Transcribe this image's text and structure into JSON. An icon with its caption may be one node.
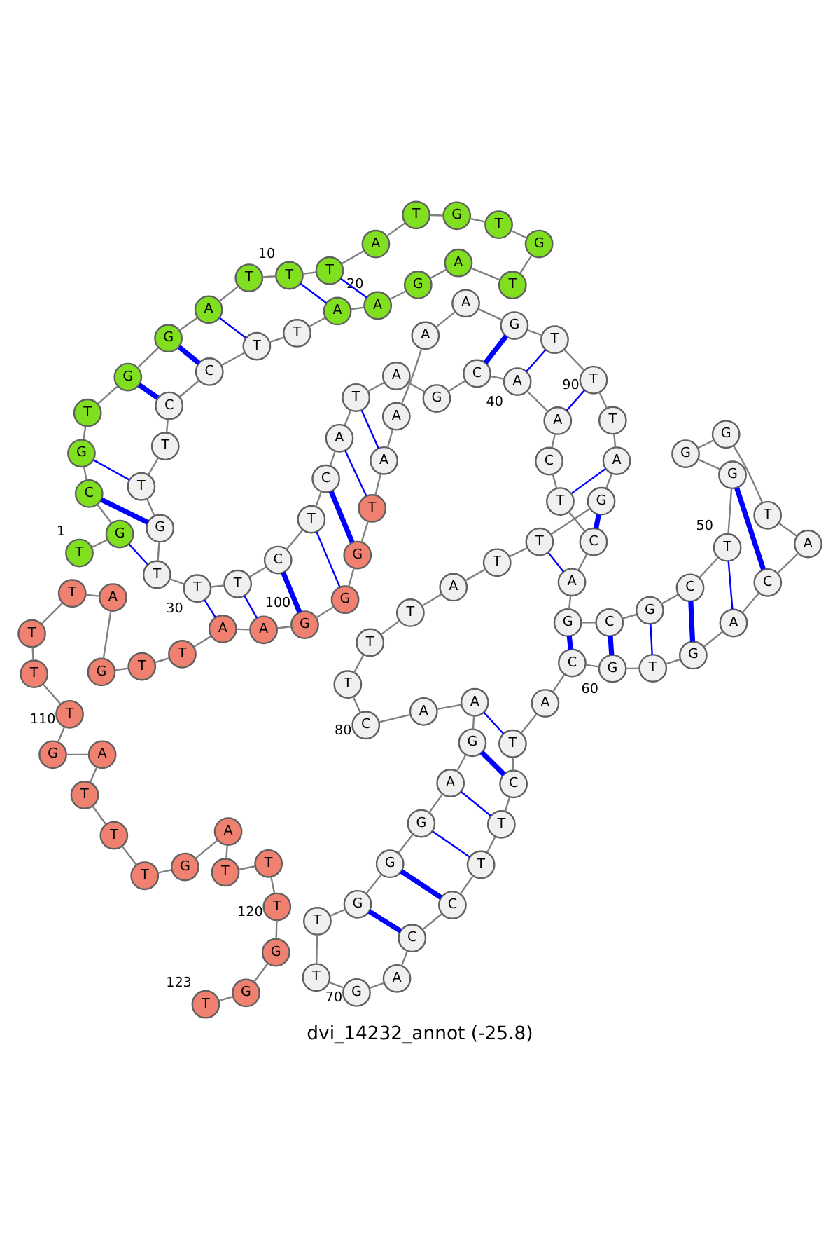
{
  "diagram": {
    "caption": "dvi_14232_annot (-25.8)",
    "nodes": [
      {
        "text": [
          "T"
        ],
        "beside": [
          "1"
        ]
      },
      {
        "text": [
          "G"
        ]
      },
      {
        "text": [
          "C"
        ]
      },
      {
        "text": [
          "G"
        ]
      },
      {
        "text": [
          "T"
        ]
      },
      {
        "text": [
          "G"
        ]
      },
      {
        "text": [
          "G"
        ]
      },
      {
        "text": [
          "A"
        ]
      },
      {
        "text": [
          "T"
        ]
      },
      {
        "text": [
          "T"
        ],
        "beside": [
          "10"
        ]
      },
      {
        "text": [
          "T"
        ]
      },
      {
        "text": [
          "A"
        ]
      },
      {
        "text": [
          "T"
        ]
      },
      {
        "text": [
          "G"
        ]
      },
      {
        "text": [
          "T"
        ]
      },
      {
        "text": [
          "G"
        ]
      },
      {
        "text": [
          "T"
        ]
      },
      {
        "text": [
          "A"
        ]
      },
      {
        "text": [
          "G"
        ]
      },
      {
        "text": [
          "A"
        ],
        "beside": [
          "20"
        ]
      },
      {
        "text": [
          "A"
        ]
      },
      {
        "text": [
          "T"
        ]
      },
      {
        "text": [
          "T"
        ]
      },
      {
        "text": [
          "C"
        ]
      },
      {
        "text": [
          "C"
        ]
      },
      {
        "text": [
          "T"
        ]
      },
      {
        "text": [
          "T"
        ]
      },
      {
        "text": [
          "G"
        ]
      },
      {
        "text": [
          "T"
        ]
      },
      {
        "text": [
          "T"
        ],
        "beside": [
          "30"
        ]
      },
      {
        "text": [
          "T"
        ]
      },
      {
        "text": [
          "C"
        ]
      },
      {
        "text": [
          "T"
        ]
      },
      {
        "text": [
          "C"
        ]
      },
      {
        "text": [
          "A"
        ]
      },
      {
        "text": [
          "T"
        ]
      },
      {
        "text": [
          "A"
        ]
      },
      {
        "text": [
          "G"
        ]
      },
      {
        "text": [
          "C"
        ]
      },
      {
        "text": [
          "A"
        ],
        "beside": [
          "40"
        ]
      },
      {
        "text": [
          "A"
        ]
      },
      {
        "text": [
          "C"
        ]
      },
      {
        "text": [
          "T"
        ]
      },
      {
        "text": [
          "C"
        ]
      },
      {
        "text": [
          "A"
        ]
      },
      {
        "text": [
          "G"
        ]
      },
      {
        "text": [
          "C"
        ]
      },
      {
        "text": [
          "G"
        ]
      },
      {
        "text": [
          "C"
        ]
      },
      {
        "text": [
          "T"
        ],
        "beside": [
          "50"
        ]
      },
      {
        "text": [
          "G"
        ]
      },
      {
        "text": [
          "G"
        ]
      },
      {
        "text": [
          "G"
        ]
      },
      {
        "text": [
          "T"
        ]
      },
      {
        "text": [
          "A"
        ]
      },
      {
        "text": [
          "C"
        ]
      },
      {
        "text": [
          "A"
        ]
      },
      {
        "text": [
          "G"
        ]
      },
      {
        "text": [
          "T"
        ]
      },
      {
        "text": [
          "G"
        ],
        "beside": [
          "60"
        ]
      },
      {
        "text": [
          "C"
        ]
      },
      {
        "text": [
          "A"
        ]
      },
      {
        "text": [
          "T"
        ]
      },
      {
        "text": [
          "C"
        ]
      },
      {
        "text": [
          "T"
        ]
      },
      {
        "text": [
          "T"
        ]
      },
      {
        "text": [
          "C"
        ]
      },
      {
        "text": [
          "C"
        ]
      },
      {
        "text": [
          "A"
        ]
      },
      {
        "text": [
          "G"
        ],
        "beside": [
          "70"
        ]
      },
      {
        "text": [
          "T"
        ]
      },
      {
        "text": [
          "T"
        ]
      },
      {
        "text": [
          "G"
        ]
      },
      {
        "text": [
          "G"
        ]
      },
      {
        "text": [
          "G"
        ]
      },
      {
        "text": [
          "A"
        ]
      },
      {
        "text": [
          "G"
        ]
      },
      {
        "text": [
          "A"
        ]
      },
      {
        "text": [
          "A"
        ]
      },
      {
        "text": [
          "C"
        ],
        "beside": [
          "80"
        ]
      },
      {
        "text": [
          "T"
        ]
      },
      {
        "text": [
          "T"
        ]
      },
      {
        "text": [
          "T"
        ]
      },
      {
        "text": [
          "A"
        ]
      },
      {
        "text": [
          "T"
        ]
      },
      {
        "text": [
          "T"
        ]
      },
      {
        "text": [
          "G"
        ]
      },
      {
        "text": [
          "A"
        ]
      },
      {
        "text": [
          "T"
        ]
      },
      {
        "text": [
          "T"
        ],
        "beside": [
          "90"
        ]
      },
      {
        "text": [
          "T"
        ]
      },
      {
        "text": [
          "G"
        ]
      },
      {
        "text": [
          "A"
        ]
      },
      {
        "text": [
          "A"
        ]
      },
      {
        "text": [
          "A"
        ]
      },
      {
        "text": [
          "A"
        ]
      },
      {
        "text": [
          "T"
        ]
      },
      {
        "text": [
          "G"
        ]
      },
      {
        "text": [
          "G"
        ]
      },
      {
        "text": [
          "G"
        ],
        "beside": [
          "100"
        ]
      },
      {
        "text": [
          "A"
        ]
      },
      {
        "text": [
          "A"
        ]
      },
      {
        "text": [
          "T"
        ]
      },
      {
        "text": [
          "T"
        ]
      },
      {
        "text": [
          "G"
        ]
      },
      {
        "text": [
          "A"
        ]
      },
      {
        "text": [
          "T"
        ]
      },
      {
        "text": [
          "T"
        ]
      },
      {
        "text": [
          "T"
        ]
      },
      {
        "text": [
          "T"
        ],
        "beside": [
          "110"
        ]
      },
      {
        "text": [
          "G"
        ]
      },
      {
        "text": [
          "A"
        ]
      },
      {
        "text": [
          "T"
        ]
      },
      {
        "text": [
          "T"
        ]
      },
      {
        "text": [
          "T"
        ]
      },
      {
        "text": [
          "G"
        ]
      },
      {
        "text": [
          "A"
        ]
      },
      {
        "text": [
          "T"
        ]
      },
      {
        "text": [
          "T"
        ]
      },
      {
        "text": [
          "T"
        ],
        "beside": [
          "120"
        ]
      },
      {
        "text": [
          "G"
        ]
      },
      {
        "text": [
          "G"
        ]
      },
      {
        "text": [
          "T"
        ],
        "beside": [
          "123"
        ]
      }
    ],
    "edges": [
      {
        "from": 0,
        "to": 1,
        "arrow": "none"
      },
      {
        "from": 1,
        "to": 2,
        "arrow": "none"
      },
      {
        "from": 2,
        "to": 3,
        "arrow": "none"
      },
      {
        "from": 3,
        "to": 4,
        "arrow": "none"
      },
      {
        "from": 4,
        "to": 5,
        "arrow": "none"
      },
      {
        "from": 5,
        "to": 6,
        "arrow": "none"
      },
      {
        "from": 6,
        "to": 7,
        "arrow": "none"
      },
      {
        "from": 7,
        "to": 8,
        "arrow": "none"
      },
      {
        "from": 8,
        "to": 9,
        "arrow": "none"
      },
      {
        "from": 9,
        "to": 10,
        "arrow": "none"
      },
      {
        "from": 10,
        "to": 11,
        "arrow": "none"
      },
      {
        "from": 11,
        "to": 12,
        "arrow": "none"
      },
      {
        "from": 12,
        "to": 13,
        "arrow": "none"
      },
      {
        "from": 13,
        "to": 14,
        "arrow": "none"
      },
      {
        "from": 14,
        "to": 15,
        "arrow": "none"
      },
      {
        "from": 15,
        "to": 16,
        "arrow": "none"
      },
      {
        "from": 16,
        "to": 17,
        "arrow": "none"
      },
      {
        "from": 17,
        "to": 18,
        "arrow": "none"
      },
      {
        "from": 18,
        "to": 19,
        "arrow": "none"
      },
      {
        "from": 19,
        "to": 20,
        "arrow": "none"
      },
      {
        "from": 20,
        "to": 21,
        "arrow": "none"
      },
      {
        "from": 21,
        "to": 22,
        "arrow": "none"
      },
      {
        "from": 22,
        "to": 23,
        "arrow": "none"
      },
      {
        "from": 23,
        "to": 24,
        "arrow": "none"
      },
      {
        "from": 24,
        "to": 25,
        "arrow": "none"
      },
      {
        "from": 25,
        "to": 26,
        "arrow": "none"
      },
      {
        "from": 26,
        "to": 27,
        "arrow": "none"
      },
      {
        "from": 27,
        "to": 28,
        "arrow": "none"
      },
      {
        "from": 28,
        "to": 29,
        "arrow": "none"
      },
      {
        "from": 29,
        "to": 30,
        "arrow": "none"
      },
      {
        "from": 30,
        "to": 31,
        "arrow": "none"
      },
      {
        "from": 31,
        "to": 32,
        "arrow": "none"
      },
      {
        "from": 32,
        "to": 33,
        "arrow": "none"
      },
      {
        "from": 33,
        "to": 34,
        "arrow": "none"
      },
      {
        "from": 34,
        "to": 35,
        "arrow": "none"
      },
      {
        "from": 35,
        "to": 36,
        "arrow": "none"
      },
      {
        "from": 36,
        "to": 37,
        "arrow": "none"
      },
      {
        "from": 37,
        "to": 38,
        "arrow": "none"
      },
      {
        "from": 38,
        "to": 39,
        "arrow": "none"
      },
      {
        "from": 39,
        "to": 40,
        "arrow": "none"
      },
      {
        "from": 40,
        "to": 41,
        "arrow": "none"
      },
      {
        "from": 41,
        "to": 42,
        "arrow": "none"
      },
      {
        "from": 42,
        "to": 43,
        "arrow": "none"
      },
      {
        "from": 43,
        "to": 44,
        "arrow": "none"
      },
      {
        "from": 44,
        "to": 45,
        "arrow": "none"
      },
      {
        "from": 45,
        "to": 46,
        "arrow": "none"
      },
      {
        "from": 46,
        "to": 47,
        "arrow": "none"
      },
      {
        "from": 47,
        "to": 48,
        "arrow": "none"
      },
      {
        "from": 48,
        "to": 49,
        "arrow": "none"
      },
      {
        "from": 49,
        "to": 50,
        "arrow": "none"
      },
      {
        "from": 50,
        "to": 51,
        "arrow": "none"
      },
      {
        "from": 51,
        "to": 52,
        "arrow": "none"
      },
      {
        "from": 52,
        "to": 53,
        "arrow": "none"
      },
      {
        "from": 53,
        "to": 54,
        "arrow": "none"
      },
      {
        "from": 54,
        "to": 55,
        "arrow": "none"
      },
      {
        "from": 55,
        "to": 56,
        "arrow": "none"
      },
      {
        "from": 56,
        "to": 57,
        "arrow": "none"
      },
      {
        "from": 57,
        "to": 58,
        "arrow": "none"
      },
      {
        "from": 58,
        "to": 59,
        "arrow": "none"
      },
      {
        "from": 59,
        "to": 60,
        "arrow": "none"
      },
      {
        "from": 60,
        "to": 61,
        "arrow": "none"
      },
      {
        "from": 61,
        "to": 62,
        "arrow": "none"
      },
      {
        "from": 62,
        "to": 63,
        "arrow": "none"
      },
      {
        "from": 63,
        "to": 64,
        "arrow": "none"
      },
      {
        "from": 64,
        "to": 65,
        "arrow": "none"
      },
      {
        "from": 65,
        "to": 66,
        "arrow": "none"
      },
      {
        "from": 66,
        "to": 67,
        "arrow": "none"
      },
      {
        "from": 67,
        "to": 68,
        "arrow": "none"
      },
      {
        "from": 68,
        "to": 69,
        "arrow": "none"
      },
      {
        "from": 69,
        "to": 70,
        "arrow": "none"
      },
      {
        "from": 70,
        "to": 71,
        "arrow": "none"
      },
      {
        "from": 71,
        "to": 72,
        "arrow": "none"
      },
      {
        "from": 72,
        "to": 73,
        "arrow": "none"
      },
      {
        "from": 73,
        "to": 74,
        "arrow": "none"
      },
      {
        "from": 74,
        "to": 75,
        "arrow": "none"
      },
      {
        "from": 75,
        "to": 76,
        "arrow": "none"
      },
      {
        "from": 76,
        "to": 77,
        "arrow": "none"
      },
      {
        "from": 77,
        "to": 78,
        "arrow": "none"
      },
      {
        "from": 78,
        "to": 79,
        "arrow": "none"
      },
      {
        "from": 79,
        "to": 80,
        "arrow": "none"
      },
      {
        "from": 80,
        "to": 81,
        "arrow": "none"
      },
      {
        "from": 81,
        "to": 82,
        "arrow": "none"
      },
      {
        "from": 82,
        "to": 83,
        "arrow": "none"
      },
      {
        "from": 83,
        "to": 84,
        "arrow": "none"
      },
      {
        "from": 84,
        "to": 85,
        "arrow": "none"
      },
      {
        "from": 85,
        "to": 86,
        "arrow": "none"
      },
      {
        "from": 86,
        "to": 87,
        "arrow": "none"
      },
      {
        "from": 87,
        "to": 88,
        "arrow": "none"
      },
      {
        "from": 88,
        "to": 89,
        "arrow": "none"
      },
      {
        "from": 89,
        "to": 90,
        "arrow": "none"
      },
      {
        "from": 90,
        "to": 91,
        "arrow": "none"
      },
      {
        "from": 91,
        "to": 92,
        "arrow": "none"
      },
      {
        "from": 92,
        "to": 93,
        "arrow": "none"
      },
      {
        "from": 93,
        "to": 94,
        "arrow": "none"
      },
      {
        "from": 94,
        "to": 95,
        "arrow": "none"
      },
      {
        "from": 95,
        "to": 96,
        "arrow": "none"
      },
      {
        "from": 96,
        "to": 97,
        "arrow": "none"
      },
      {
        "from": 97,
        "to": 98,
        "arrow": "none"
      },
      {
        "from": 98,
        "to": 99,
        "arrow": "none"
      },
      {
        "from": 99,
        "to": 100,
        "arrow": "none"
      },
      {
        "from": 100,
        "to": 101,
        "arrow": "none"
      },
      {
        "from": 101,
        "to": 102,
        "arrow": "none"
      },
      {
        "from": 102,
        "to": 103,
        "arrow": "none"
      },
      {
        "from": 103,
        "to": 104,
        "arrow": "none"
      },
      {
        "from": 104,
        "to": 105,
        "arrow": "none"
      },
      {
        "from": 105,
        "to": 106,
        "arrow": "none"
      },
      {
        "from": 106,
        "to": 107,
        "arrow": "none"
      },
      {
        "from": 107,
        "to": 108,
        "arrow": "none"
      },
      {
        "from": 108,
        "to": 109,
        "arrow": "none"
      },
      {
        "from": 109,
        "to": 110,
        "arrow": "none"
      },
      {
        "from": 110,
        "to": 111,
        "arrow": "none"
      },
      {
        "from": 111,
        "to": 112,
        "arrow": "none"
      },
      {
        "from": 112,
        "to": 113,
        "arrow": "none"
      },
      {
        "from": 113,
        "to": 114,
        "arrow": "none"
      },
      {
        "from": 114,
        "to": 115,
        "arrow": "none"
      },
      {
        "from": 115,
        "to": 116,
        "arrow": "none"
      },
      {
        "from": 116,
        "to": 117,
        "arrow": "none"
      },
      {
        "from": 117,
        "to": 118,
        "arrow": "none"
      },
      {
        "from": 118,
        "to": 119,
        "arrow": "none"
      },
      {
        "from": 119,
        "to": 120,
        "arrow": "none"
      },
      {
        "from": 120,
        "to": 121,
        "arrow": "none"
      },
      {
        "from": 121,
        "to": 122,
        "arrow": "none"
      },
      {
        "from": 1,
        "to": 28,
        "arrow": "none",
        "color": "#0000ff"
      },
      {
        "from": 2,
        "to": 27,
        "arrow": "none",
        "color": "#0000ff",
        "style": "thick"
      },
      {
        "from": 3,
        "to": 26,
        "arrow": "none",
        "color": "#0000ff"
      },
      {
        "from": 5,
        "to": 24,
        "arrow": "none",
        "color": "#0000ff",
        "style": "thick"
      },
      {
        "from": 6,
        "to": 23,
        "arrow": "none",
        "color": "#0000ff",
        "style": "thick"
      },
      {
        "from": 7,
        "to": 22,
        "arrow": "none",
        "color": "#0000ff"
      },
      {
        "from": 9,
        "to": 20,
        "arrow": "none",
        "color": "#0000ff"
      },
      {
        "from": 10,
        "to": 19,
        "arrow": "none",
        "color": "#0000ff"
      },
      {
        "from": 29,
        "to": 101,
        "arrow": "none",
        "color": "#0000ff"
      },
      {
        "from": 30,
        "to": 100,
        "arrow": "none",
        "color": "#0000ff"
      },
      {
        "from": 31,
        "to": 99,
        "arrow": "none",
        "color": "#0000ff",
        "style": "thick"
      },
      {
        "from": 32,
        "to": 98,
        "arrow": "none",
        "color": "#0000ff"
      },
      {
        "from": 33,
        "to": 97,
        "arrow": "none",
        "color": "#0000ff",
        "style": "thick"
      },
      {
        "from": 34,
        "to": 96,
        "arrow": "none",
        "color": "#0000ff"
      },
      {
        "from": 35,
        "to": 95,
        "arrow": "none",
        "color": "#0000ff"
      },
      {
        "from": 38,
        "to": 91,
        "arrow": "none",
        "color": "#0000ff",
        "style": "thick"
      },
      {
        "from": 39,
        "to": 90,
        "arrow": "none",
        "color": "#0000ff"
      },
      {
        "from": 40,
        "to": 89,
        "arrow": "none",
        "color": "#0000ff"
      },
      {
        "from": 42,
        "to": 87,
        "arrow": "none",
        "color": "#0000ff"
      },
      {
        "from": 43,
        "to": 86,
        "arrow": "none",
        "color": "#0000ff",
        "style": "thick"
      },
      {
        "from": 44,
        "to": 85,
        "arrow": "none",
        "color": "#0000ff"
      },
      {
        "from": 45,
        "to": 60,
        "arrow": "none",
        "color": "#0000ff",
        "style": "thick"
      },
      {
        "from": 46,
        "to": 59,
        "arrow": "none",
        "color": "#0000ff",
        "style": "thick"
      },
      {
        "from": 47,
        "to": 58,
        "arrow": "none",
        "color": "#0000ff"
      },
      {
        "from": 48,
        "to": 57,
        "arrow": "none",
        "color": "#0000ff",
        "style": "thick"
      },
      {
        "from": 49,
        "to": 56,
        "arrow": "none",
        "color": "#0000ff"
      },
      {
        "from": 50,
        "to": 55,
        "arrow": "none",
        "color": "#0000ff",
        "style": "thick"
      },
      {
        "from": 62,
        "to": 77,
        "arrow": "none",
        "color": "#0000ff"
      },
      {
        "from": 63,
        "to": 76,
        "arrow": "none",
        "color": "#0000ff",
        "style": "thick"
      },
      {
        "from": 64,
        "to": 75,
        "arrow": "none",
        "color": "#0000ff"
      },
      {
        "from": 65,
        "to": 74,
        "arrow": "none",
        "color": "#0000ff"
      },
      {
        "from": 66,
        "to": 73,
        "arrow": "none",
        "color": "#0000ff",
        "style": "thick"
      },
      {
        "from": 67,
        "to": 72,
        "arrow": "none",
        "color": "#0000ff",
        "style": "thick"
      }
    ]
  }
}
